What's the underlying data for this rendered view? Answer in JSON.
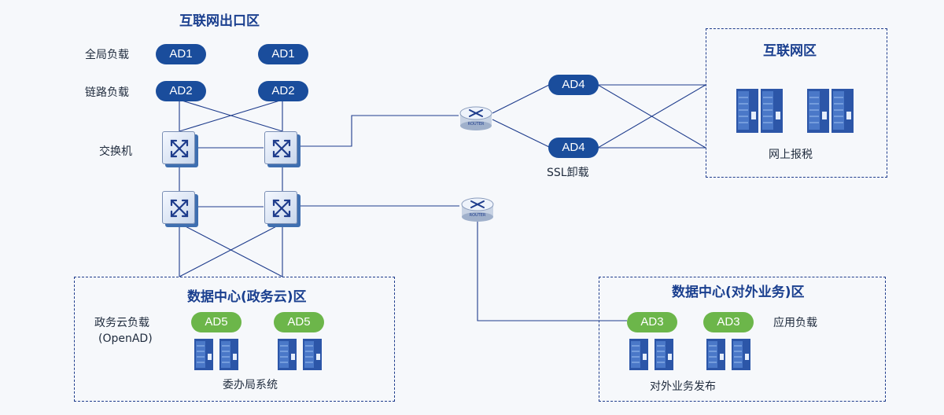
{
  "internet_exit_zone": {
    "title": "互联网出口区",
    "row_labels": {
      "global_lb": "全局负载",
      "link_lb": "链路负载",
      "switch": "交换机"
    },
    "global_lb_devices": [
      "AD1",
      "AD1"
    ],
    "link_lb_devices": [
      "AD2",
      "AD2"
    ]
  },
  "ssl_offload": {
    "devices": [
      "AD4",
      "AD4"
    ],
    "label": "SSL卸载"
  },
  "internet_zone": {
    "title": "互联网区",
    "server_label": "网上报税"
  },
  "dc_gov_cloud": {
    "title": "数据中心(政务云)区",
    "lb_label_line1": "政务云负载",
    "lb_label_line2": "(OpenAD)",
    "devices": [
      "AD5",
      "AD5"
    ],
    "server_label": "委办局系统"
  },
  "dc_external": {
    "title": "数据中心(对外业务)区",
    "lb_label": "应用负载",
    "devices": [
      "AD3",
      "AD3"
    ],
    "server_label": "对外业务发布"
  },
  "router_label": "ROUTER",
  "colors": {
    "accent_blue": "#1a4d9c",
    "accent_green": "#6cb64a",
    "title_blue": "#1a3f8f",
    "line_navy": "#1e3c8c"
  }
}
